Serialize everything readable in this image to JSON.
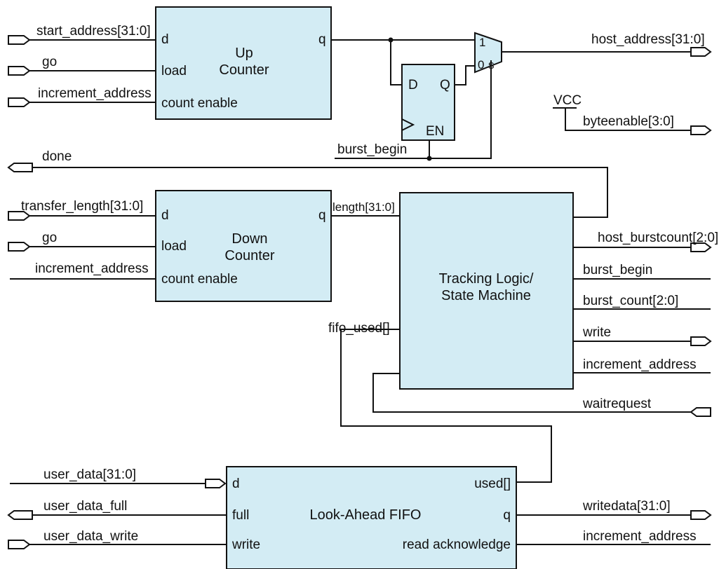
{
  "colors": {
    "block_fill": "#d3ecf4",
    "wire": "#111111",
    "background": "#ffffff"
  },
  "up_counter": {
    "title_line1": "Up",
    "title_line2": "Counter",
    "port_d": "d",
    "port_load": "load",
    "port_count_enable": "count enable",
    "port_q": "q"
  },
  "down_counter": {
    "title_line1": "Down",
    "title_line2": "Counter",
    "port_d": "d",
    "port_load": "load",
    "port_count_enable": "count enable",
    "port_q": "q"
  },
  "dff": {
    "port_d": "D",
    "port_q": "Q",
    "port_en": "EN"
  },
  "mux": {
    "in1": "1",
    "in0": "0",
    "sel": "s"
  },
  "tracking_logic": {
    "title_line1": "Tracking Logic/",
    "title_line2": "State Machine"
  },
  "fifo": {
    "title": "Look-Ahead FIFO",
    "port_d": "d",
    "port_full": "full",
    "port_write": "write",
    "port_used": "used[]",
    "port_q": "q",
    "port_read_ack": "read acknowledge"
  },
  "signals": {
    "start_address": "start_address[31:0]",
    "go_1": "go",
    "increment_address_1": "increment_address",
    "host_address": "host_address[31:0]",
    "vcc": "VCC",
    "byteenable": "byteenable[3:0]",
    "burst_begin_in": "burst_begin",
    "done": "done",
    "transfer_length": "transfer_length[31:0]",
    "go_2": "go",
    "increment_address_2": "increment_address",
    "length": "length[31:0]",
    "host_burstcount": "host_burstcount[2:0]",
    "burst_begin_out": "burst_begin",
    "burst_count": "burst_count[2:0]",
    "write": "write",
    "increment_address_3": "increment_address",
    "fifo_used": "fifo_used[]",
    "waitrequest": "waitrequest",
    "user_data": "user_data[31:0]",
    "user_data_full": "user_data_full",
    "user_data_write": "user_data_write",
    "writedata": "writedata[31:0]",
    "increment_address_4": "increment_address"
  }
}
